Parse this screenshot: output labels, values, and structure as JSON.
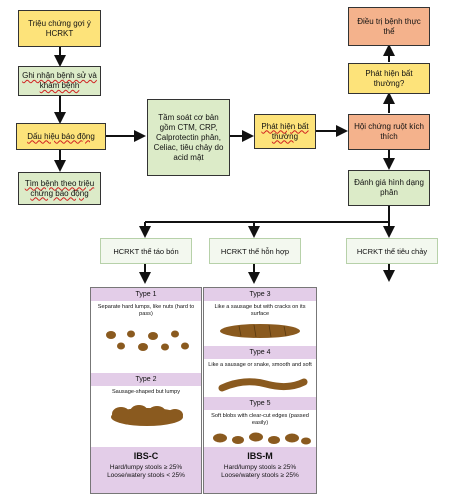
{
  "nodes": {
    "symptoms": "Triệu chứng gợi ý HCRKT",
    "history": "Ghi nhận bệnh sử và khám bệnh",
    "alarm": "Dấu hiệu báo động",
    "investigate_alarm": "Tìm bệnh theo triệu chứng báo động",
    "screening": "Tầm soát cơ bản gồm CTM, CRP, Calprotectin phân, Celiac, tiêu chảy do acid mật",
    "abnormal_found": "Phát hiện bất thường",
    "treat_organic": "Điều trị bệnh thực thể",
    "abnormal_question": "Phát hiện bất thường?",
    "ibs": "Hội chứng ruột kích thích",
    "stool_form": "Đánh giá hình dạng phân"
  },
  "subtypes": [
    "HCRKT thể táo bón",
    "HCRKT thể hỗn hợp",
    "HCRKT thể tiêu chảy"
  ],
  "ibs_c_panel": {
    "type1_title": "Type 1",
    "type1_desc": "Separate hard lumps, like nuts (hard to pass)",
    "type2_title": "Type 2",
    "type2_desc": "Sausage-shaped but lumpy",
    "label": "IBS-C",
    "line1": "Hard/lumpy stools ≥ 25%",
    "line2": "Loose/watery stools < 25%"
  },
  "ibs_m_panel": {
    "type3_title": "Type 3",
    "type3_desc": "Like a sausage but with cracks on its surface",
    "type4_title": "Type 4",
    "type4_desc": "Like a sausage or snake, smooth and soft",
    "type5_title": "Type 5",
    "type5_desc": "Soft blobs with clear-cut edges (passed easily)",
    "label": "IBS-M",
    "line1": "Hard/lumpy stools ≥ 25%",
    "line2": "Loose/watery stools ≥ 25%"
  },
  "colors": {
    "yellow": "#fde37a",
    "green": "#dcebc8",
    "orange": "#f4b28c",
    "panel_band": "#e3cde8",
    "stool": "#8a5a1f"
  }
}
